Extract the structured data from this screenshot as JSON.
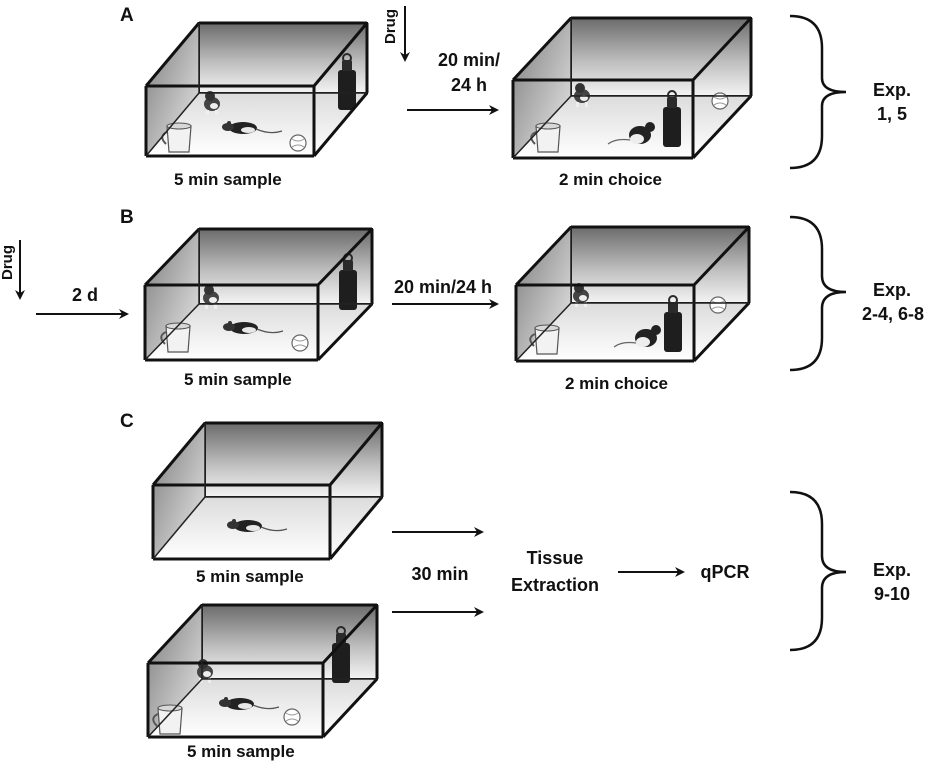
{
  "panels": {
    "a": "A",
    "b": "B",
    "c": "C"
  },
  "drug_label": "Drug",
  "captions": {
    "sample": "5 min sample",
    "choice": "2 min choice"
  },
  "delays": {
    "a_line1": "20 min/",
    "a_line2": "24 h",
    "b_pre": "2 d",
    "b": "20 min/24 h",
    "c": "30 min"
  },
  "process": {
    "tissue_line1": "Tissue",
    "tissue_line2": "Extraction",
    "qpcr": "qPCR"
  },
  "experiments": {
    "a_line1": "Exp.",
    "a_line2": "1, 5",
    "b_line1": "Exp.",
    "b_line2": "2-4, 6-8",
    "c_line1": "Exp.",
    "c_line2": "9-10"
  },
  "objects": [
    "dog-toy-figurine",
    "bottle",
    "mug",
    "ball",
    "rat"
  ]
}
